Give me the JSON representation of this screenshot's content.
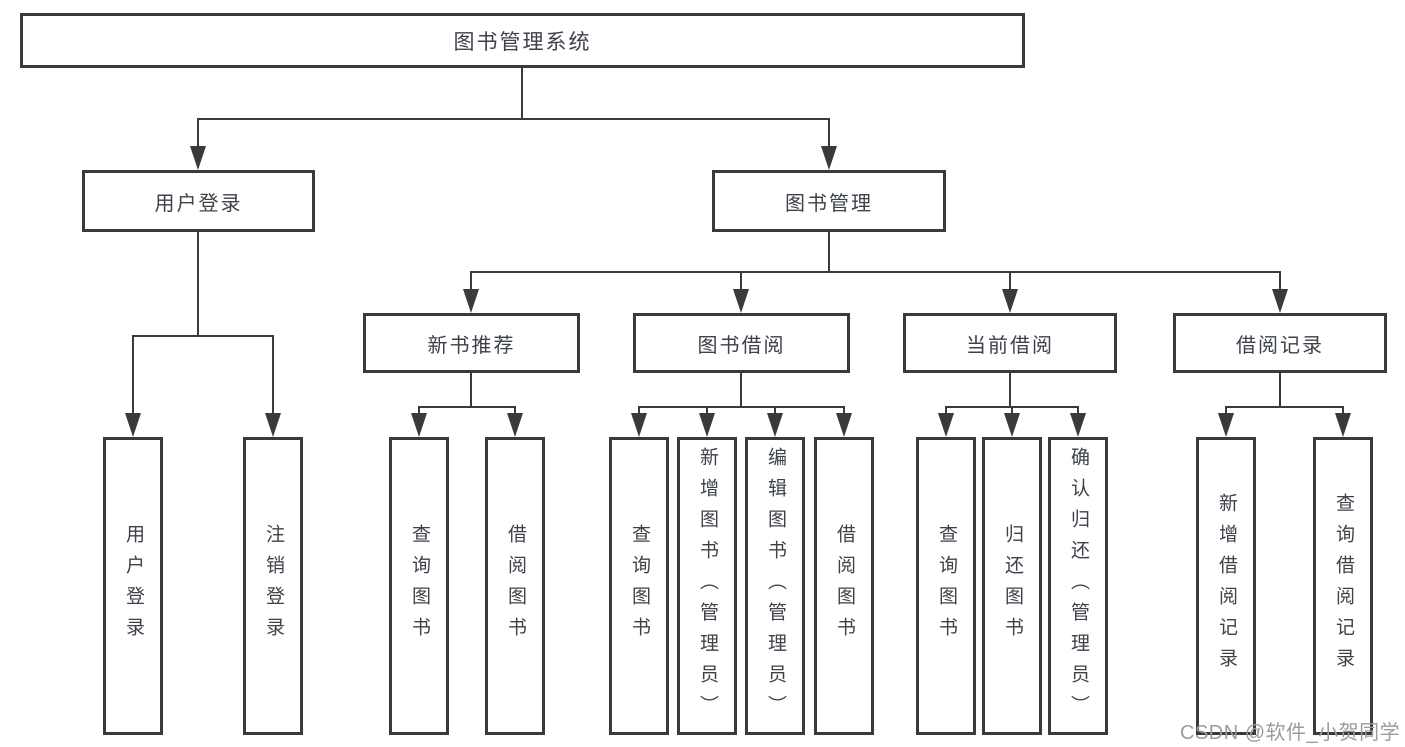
{
  "diagram_type": "hierarchy-tree",
  "watermark": "CSDN @软件_小贺同学",
  "colors": {
    "line": "#3a3a3a",
    "box_border": "#3a3a3a",
    "text": "#3d4249",
    "watermark": "#9b9b9b",
    "background": "#ffffff"
  },
  "tree": {
    "root": {
      "label": "图书管理系统"
    },
    "branches": [
      {
        "label": "用户登录",
        "children": [
          {
            "label": "用户登录"
          },
          {
            "label": "注销登录"
          }
        ]
      },
      {
        "label": "图书管理",
        "children": [
          {
            "label": "新书推荐",
            "children": [
              {
                "label": "查询图书"
              },
              {
                "label": "借阅图书"
              }
            ]
          },
          {
            "label": "图书借阅",
            "children": [
              {
                "label": "查询图书"
              },
              {
                "label": "新增图书（管理员）"
              },
              {
                "label": "编辑图书（管理员）"
              },
              {
                "label": "借阅图书"
              }
            ]
          },
          {
            "label": "当前借阅",
            "children": [
              {
                "label": "查询图书"
              },
              {
                "label": "归还图书"
              },
              {
                "label": "确认归还（管理员）"
              }
            ]
          },
          {
            "label": "借阅记录",
            "children": [
              {
                "label": "新增借阅记录"
              },
              {
                "label": "查询借阅记录"
              }
            ]
          }
        ]
      }
    ]
  }
}
